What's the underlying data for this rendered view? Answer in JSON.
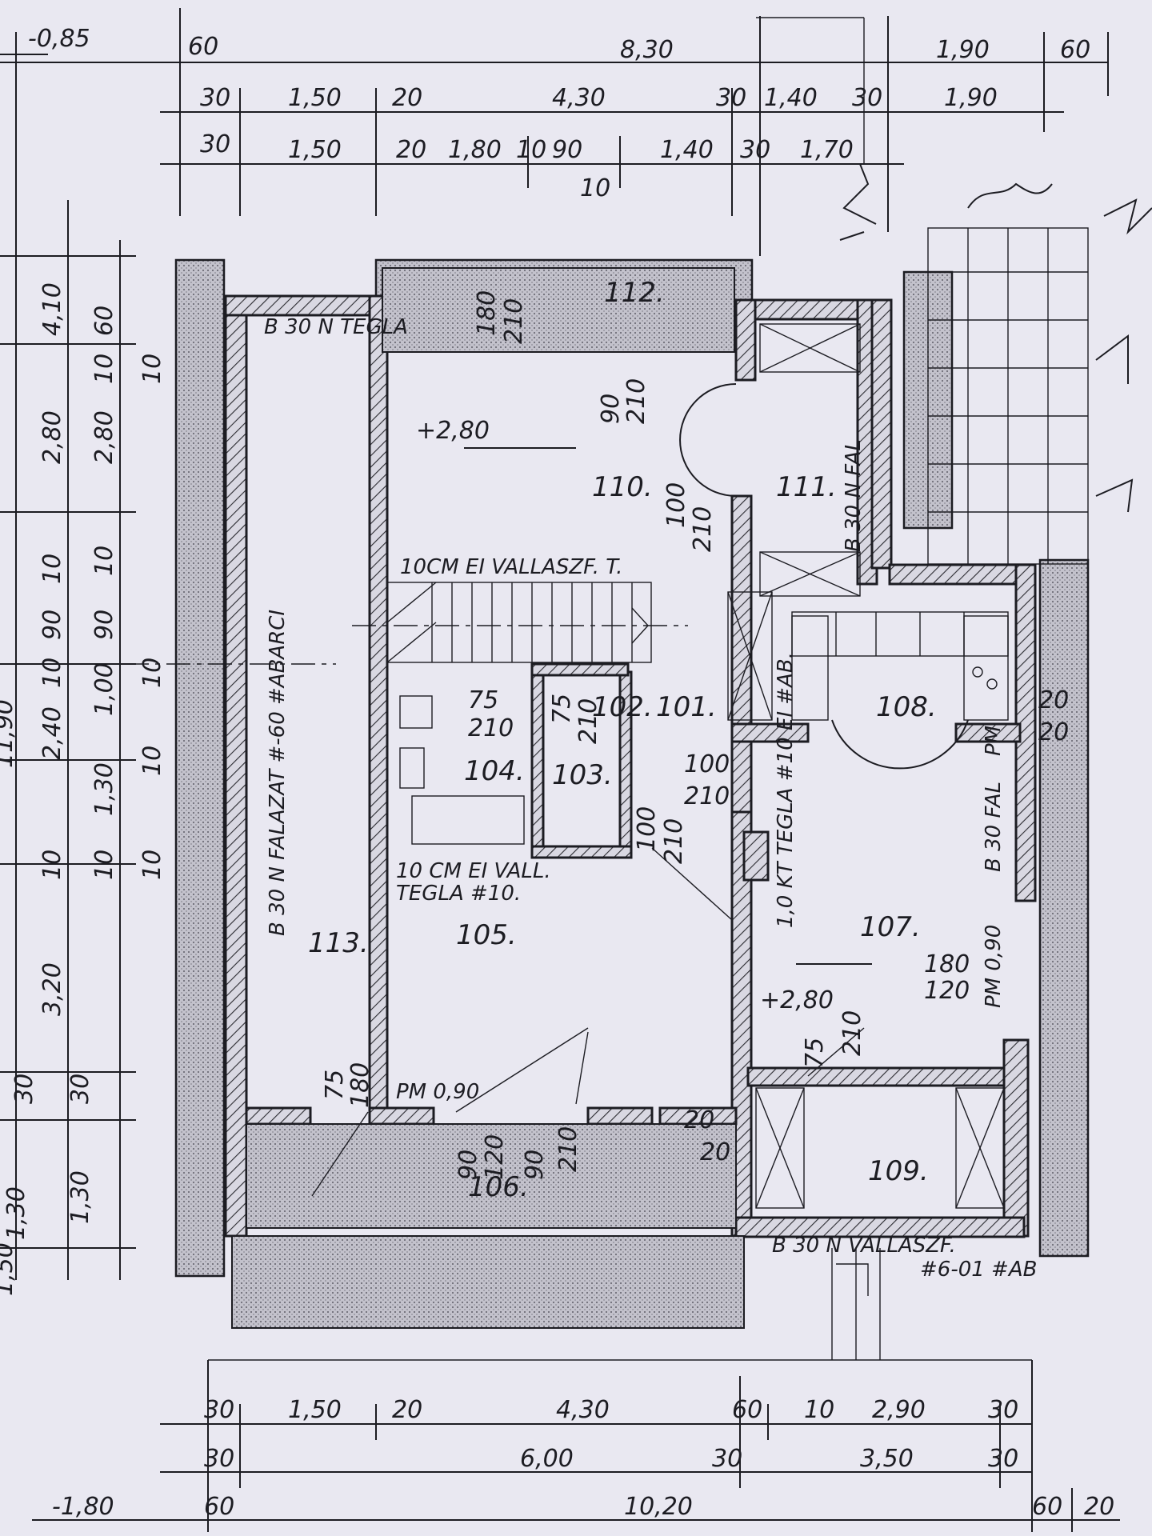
{
  "dims": {
    "top": {
      "row1": [
        "-0,85",
        "60",
        "8,30",
        "1,90",
        "60"
      ],
      "row2": [
        "30",
        "1,50",
        "20",
        "4,30",
        "30",
        "1,40",
        "30",
        "1,90"
      ],
      "row3": [
        "30",
        "1,50",
        "20",
        "1,80",
        "10",
        "90",
        "1,40",
        "30",
        "1,70"
      ],
      "row3_extra": [
        "10"
      ]
    },
    "bottom": {
      "row1": [
        "30",
        "1,50",
        "20",
        "4,30",
        "60",
        "10",
        "2,90",
        "30"
      ],
      "row2": [
        "30",
        "6,00",
        "30",
        "3,50",
        "30"
      ],
      "row3": [
        "-1,80",
        "60",
        "10,20",
        "60",
        "20"
      ]
    },
    "left": {
      "col_a": [
        "4,10",
        "2,80",
        "10",
        "90",
        "10",
        "2,40",
        "10",
        "3,20",
        "30",
        "1,30"
      ],
      "col_b": [
        "60",
        "10",
        "2,80",
        "10",
        "90",
        "1,00",
        "1,30",
        "10",
        "30",
        "1,30"
      ],
      "col_c": [
        "10",
        "10",
        "10",
        "10"
      ],
      "edge": [
        "11,90",
        "1,50"
      ]
    }
  },
  "rooms": {
    "r101": "101.",
    "r102": "102.",
    "r103": "103.",
    "r104": "104.",
    "r105": "105.",
    "r106": "106.",
    "r107": "107.",
    "r108": "108.",
    "r109": "109.",
    "r110": "110.",
    "r111": "111.",
    "r112": "112.",
    "r113": "113."
  },
  "annotations": {
    "wall_113": "B 30 N FALAZAT #-60 #ABARCI",
    "tegla_113": "B 30 N TEGLA",
    "falazat_111": "B 30 N FAL",
    "vallaszf_stair": "10CM EI VALLASZF. T.",
    "vall_105": "10 CM EI VALL.",
    "tegla_105": "TEGLA #10.",
    "tegla_107": "1,0 KT TEGLA #10 EI #AB.",
    "fal_107": "B 30 FAL",
    "vallaszf_bottom": "B 30 N VALLASZF.",
    "vallaszf_bottom2": "#6-01 #AB",
    "level_110": "+2,80",
    "level_107": "+2,80",
    "parapet_105": "PM 0,90",
    "parapet_107": "PM 0,90",
    "pm_107": "PM"
  },
  "openings": {
    "d112": [
      "180",
      "210"
    ],
    "d110": [
      "90",
      "210"
    ],
    "d111": [
      "100",
      "210"
    ],
    "d104": [
      "75",
      "210"
    ],
    "d103": [
      "75",
      "210"
    ],
    "d102": [
      "100",
      "210"
    ],
    "d105": [
      "100",
      "210"
    ],
    "d108": [
      "180",
      "120"
    ],
    "d107": [
      "75",
      "210"
    ],
    "d106a": [
      "90",
      "120"
    ],
    "d106b": [
      "90",
      "210"
    ],
    "d113": [
      "75",
      "180"
    ],
    "d109": [
      "20",
      "20"
    ],
    "d108r": [
      "20",
      "20"
    ]
  }
}
